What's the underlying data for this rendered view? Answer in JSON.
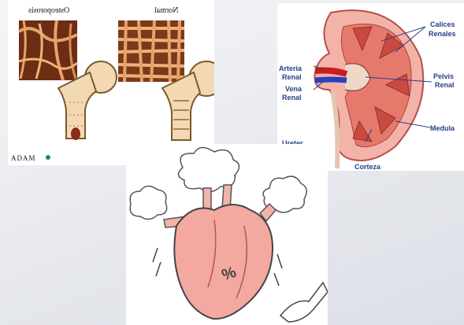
{
  "bone_figure": {
    "label_left": "Osteoporosis",
    "label_right": "Normal",
    "logo_text": "ADAM"
  },
  "kidney_figure": {
    "labels": {
      "calices": "Calices",
      "renales": "Renales",
      "arteria": "Arteria",
      "arteria_renal": "Renal",
      "vena": "Vena",
      "vena_renal": "Renal",
      "pelvis": "Pelvis",
      "pelvis_renal": "Renal",
      "medula": "Medula",
      "ureter": "Ureter",
      "corteza": "Corteza"
    }
  },
  "heart_figure": {
    "symbol": "%"
  }
}
